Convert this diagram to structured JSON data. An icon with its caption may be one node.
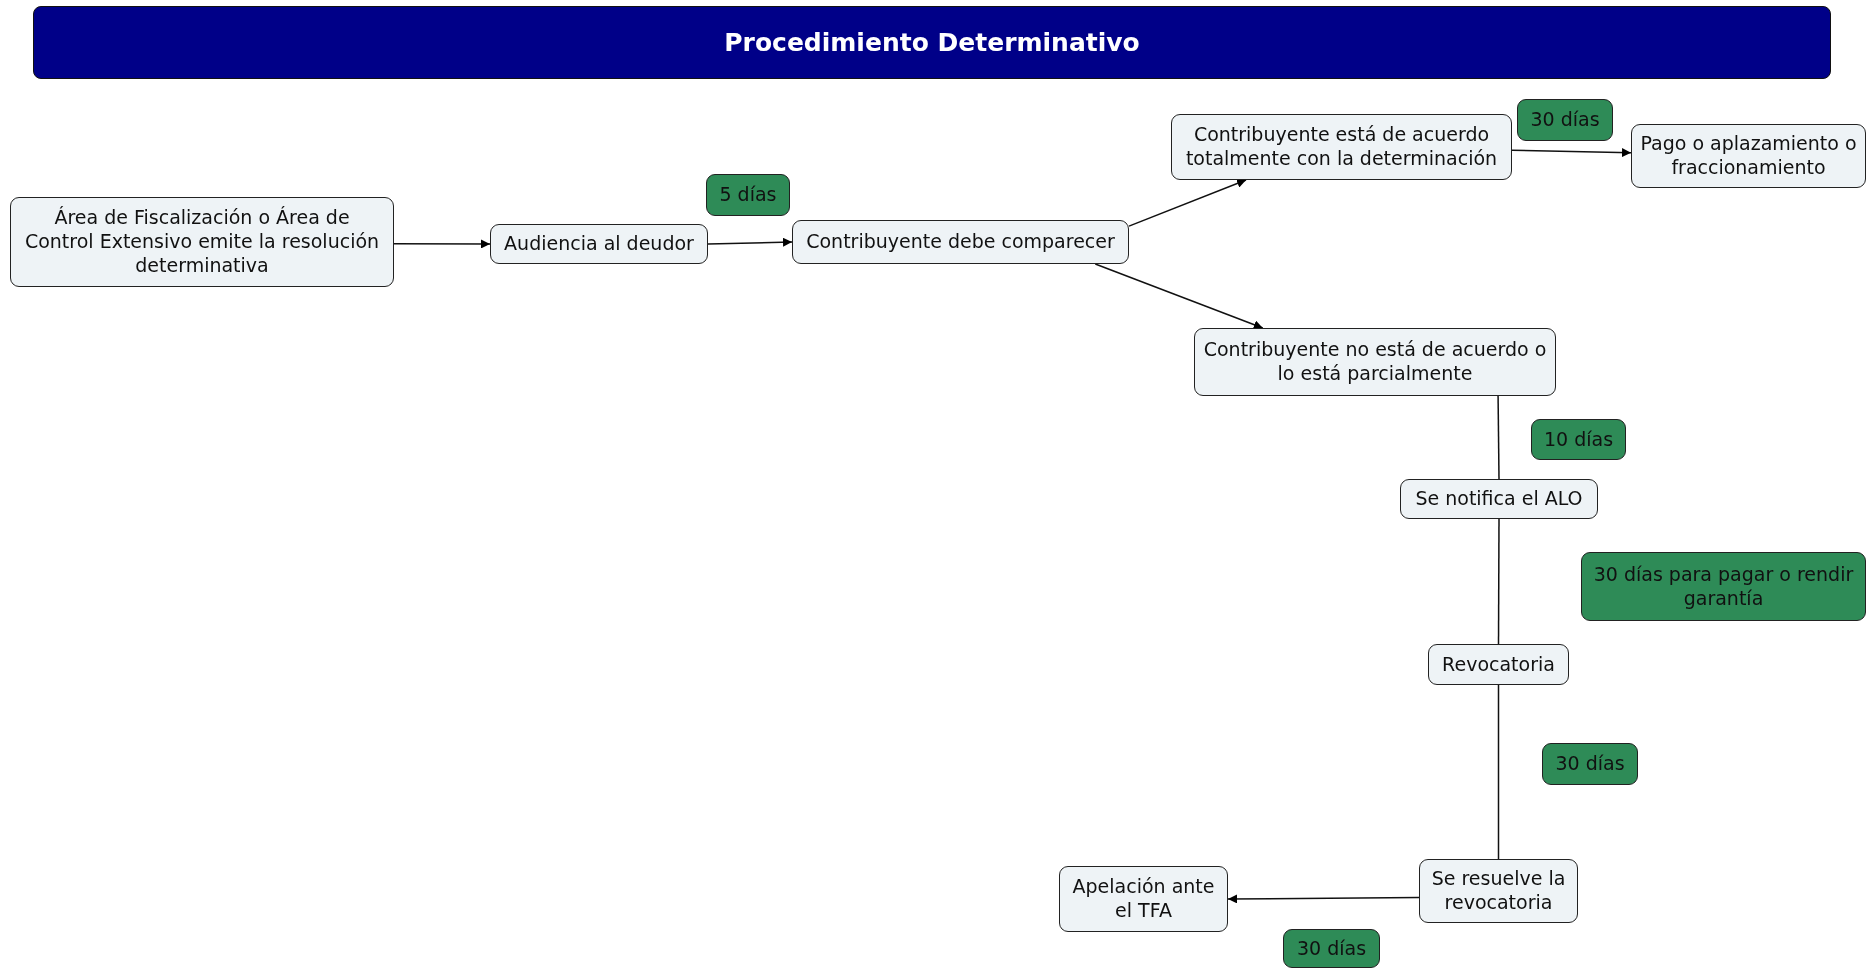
{
  "diagram": {
    "title": "Procedimiento Determinativo",
    "nodes": [
      {
        "text": [
          "Área de Fiscalización o Área de Control Extensivo emite la resolución determinativa"
        ]
      },
      {
        "text": [
          "Audiencia al deudor"
        ]
      },
      {
        "text": [
          "5 días"
        ]
      },
      {
        "text": [
          "Contribuyente debe comparecer"
        ]
      },
      {
        "text": [
          "Contribuyente está de acuerdo totalmente con la determinación"
        ]
      },
      {
        "text": [
          "30 días"
        ]
      },
      {
        "text": [
          "Pago o aplazamiento o fraccionamiento"
        ]
      },
      {
        "text": [
          "Contribuyente no está de acuerdo o lo está parcialmente"
        ]
      },
      {
        "text": [
          "10 días"
        ]
      },
      {
        "text": [
          "Se notifica el ALO"
        ]
      },
      {
        "text": [
          "30 días para pagar o rendir garantía"
        ]
      },
      {
        "text": [
          "Revocatoria"
        ]
      },
      {
        "text": [
          "30 días"
        ]
      },
      {
        "text": [
          "Se resuelve la revocatoria"
        ]
      },
      {
        "text": [
          "Apelación ante el TFA"
        ]
      },
      {
        "text": [
          "30 días"
        ]
      }
    ],
    "edges": [
      {
        "from": 0,
        "to": 1,
        "arrow": "to"
      },
      {
        "from": 1,
        "to": 3,
        "arrow": "to"
      },
      {
        "from": 3,
        "to": 4,
        "arrow": "to"
      },
      {
        "from": 4,
        "to": 6,
        "arrow": "to"
      },
      {
        "from": 3,
        "to": 7,
        "arrow": "to"
      },
      {
        "from": 7,
        "to": 9,
        "arrow": "none"
      },
      {
        "from": 9,
        "to": 11,
        "arrow": "none"
      },
      {
        "from": 11,
        "to": 13,
        "arrow": "none"
      },
      {
        "from": 13,
        "to": 14,
        "arrow": "to"
      }
    ]
  }
}
